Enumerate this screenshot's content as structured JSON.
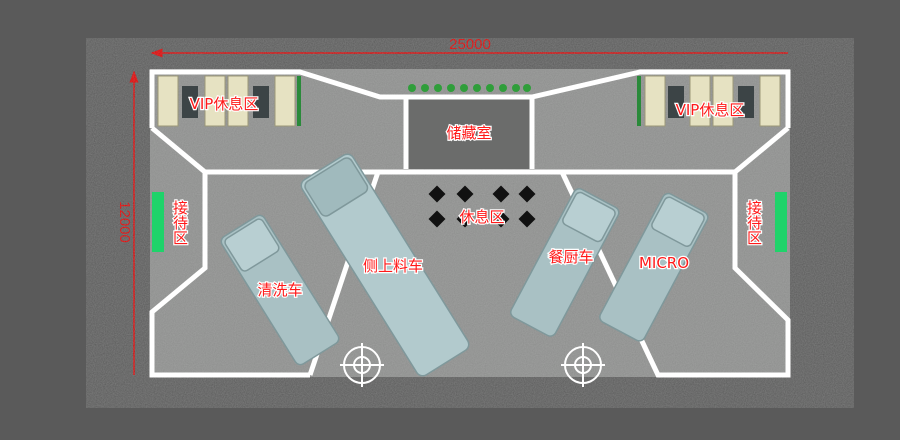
{
  "dimensions": {
    "width": "25000",
    "height": "12000"
  },
  "zones": {
    "vip_left": "VIP休息区",
    "vip_right": "VIP休息区",
    "storage": "储藏室",
    "lounge": "休息区",
    "reception_left": "接待区",
    "reception_right": "接待区",
    "wash_truck": "清洗车",
    "side_loader": "侧上料车",
    "kitchen_truck": "餐厨车",
    "micro": "MICRO"
  },
  "colors": {
    "dimension": "#e00000",
    "label": "#ff1a1a",
    "wall": "#ffffff",
    "reception_panel": "#1fd36a"
  }
}
